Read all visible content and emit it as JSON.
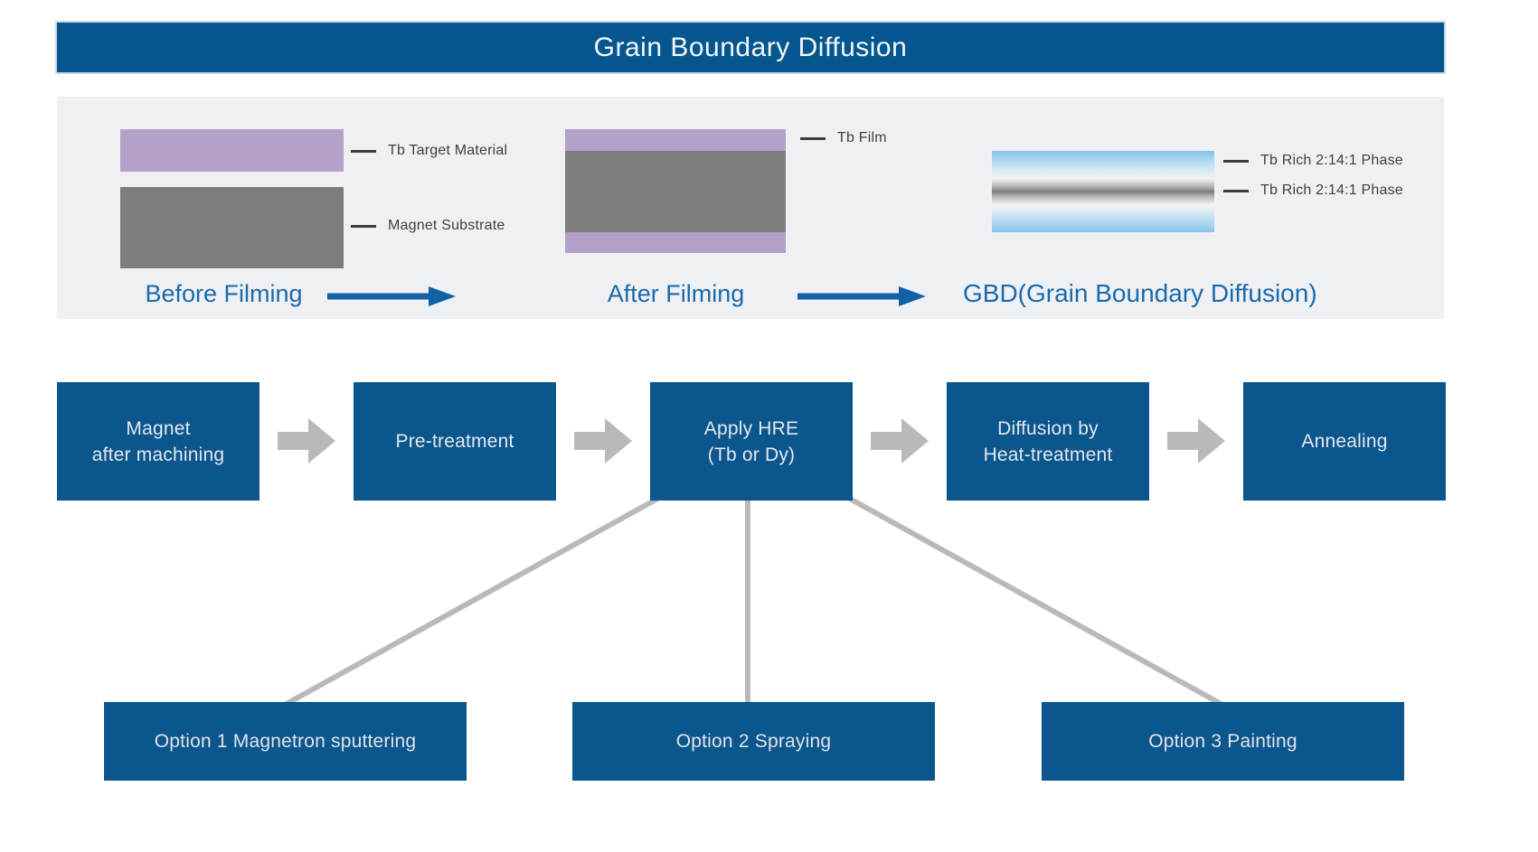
{
  "title": "Grain Boundary Diffusion",
  "colors": {
    "title_bar_blue": "#04568e",
    "process_box_blue": "#0b568c",
    "panel_background": "#eef0f4",
    "caption_text_blue": "#1b6aa9",
    "caption_arrow_blue": "#1162a4",
    "flow_arrow_gray": "#b9b9b9",
    "connector_line_gray": "#b9b9b9",
    "purple_layer": "#b5a0c9",
    "gray_layer": "#7d7d7d",
    "gradient_layer_blue": "#86c3e9",
    "label_text": "#3f3f3f",
    "box_text": "#e3e8ed"
  },
  "icons": {
    "flow_arrow": "block-arrow-right",
    "caption_arrow": "long-arrow-right"
  },
  "legend": {
    "stage1": {
      "caption": "Before Filming",
      "label_target": "Tb Target Material",
      "label_substrate": "Magnet Substrate"
    },
    "stage2": {
      "caption": "After Filming",
      "label_film": "Tb Film"
    },
    "stage3": {
      "caption": "GBD(Grain Boundary Diffusion)",
      "label_phase_top": "Tb Rich 2:14:1 Phase",
      "label_phase_bottom": "Tb Rich 2:14:1 Phase"
    }
  },
  "flow": {
    "steps": [
      {
        "line1": "Magnet",
        "line2": "after machining"
      },
      {
        "line1": "Pre-treatment"
      },
      {
        "line1": "Apply HRE",
        "line2": "(Tb or Dy)"
      },
      {
        "line1": "Diffusion by",
        "line2": "Heat-treatment"
      },
      {
        "line1": "Annealing"
      }
    ]
  },
  "options": [
    {
      "label": "Option 1 Magnetron sputtering"
    },
    {
      "label": "Option 2 Spraying"
    },
    {
      "label": "Option 3 Painting"
    }
  ]
}
